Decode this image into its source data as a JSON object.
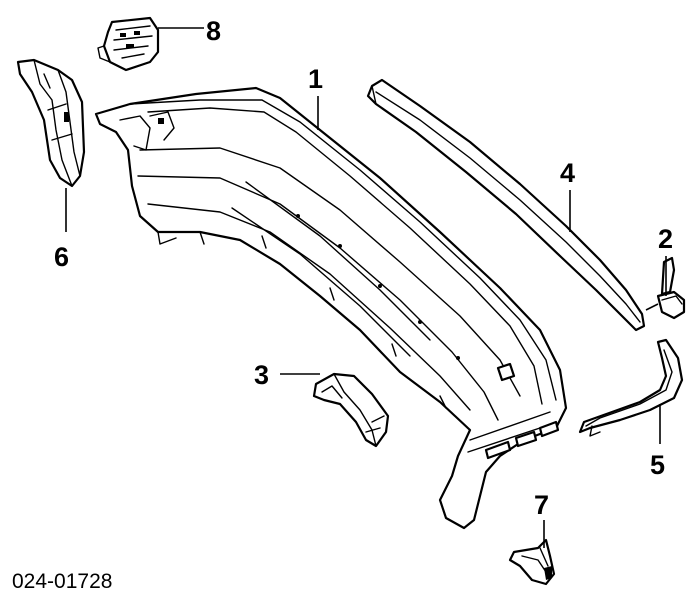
{
  "callouts": [
    "1",
    "2",
    "3",
    "4",
    "5",
    "6",
    "7",
    "8"
  ],
  "document_number": "024-01728"
}
